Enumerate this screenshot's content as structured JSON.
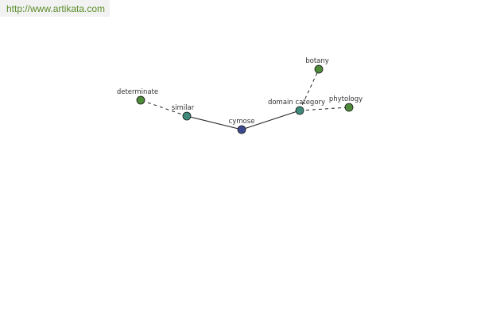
{
  "site": {
    "url_text": "http://www.artikata.com"
  },
  "graph": {
    "nodes": [
      {
        "id": "cymose",
        "label": "cymose",
        "color": "#3b4a8f",
        "role": "center"
      },
      {
        "id": "similar",
        "label": "similar",
        "color": "#3f8a7a",
        "role": "relation"
      },
      {
        "id": "determinate",
        "label": "determinate",
        "color": "#4e8a3a",
        "role": "leaf"
      },
      {
        "id": "domain-category",
        "label": "domain category",
        "color": "#3f8a7a",
        "role": "relation"
      },
      {
        "id": "botany",
        "label": "botany",
        "color": "#4e8a3a",
        "role": "leaf"
      },
      {
        "id": "phytology",
        "label": "phytology",
        "color": "#4e8a3a",
        "role": "leaf"
      }
    ],
    "edges": [
      {
        "from": "cymose",
        "to": "similar",
        "style": "solid"
      },
      {
        "from": "cymose",
        "to": "domain-category",
        "style": "solid"
      },
      {
        "from": "similar",
        "to": "determinate",
        "style": "dashed"
      },
      {
        "from": "domain-category",
        "to": "botany",
        "style": "dashed"
      },
      {
        "from": "domain-category",
        "to": "phytology",
        "style": "dashed"
      }
    ]
  }
}
